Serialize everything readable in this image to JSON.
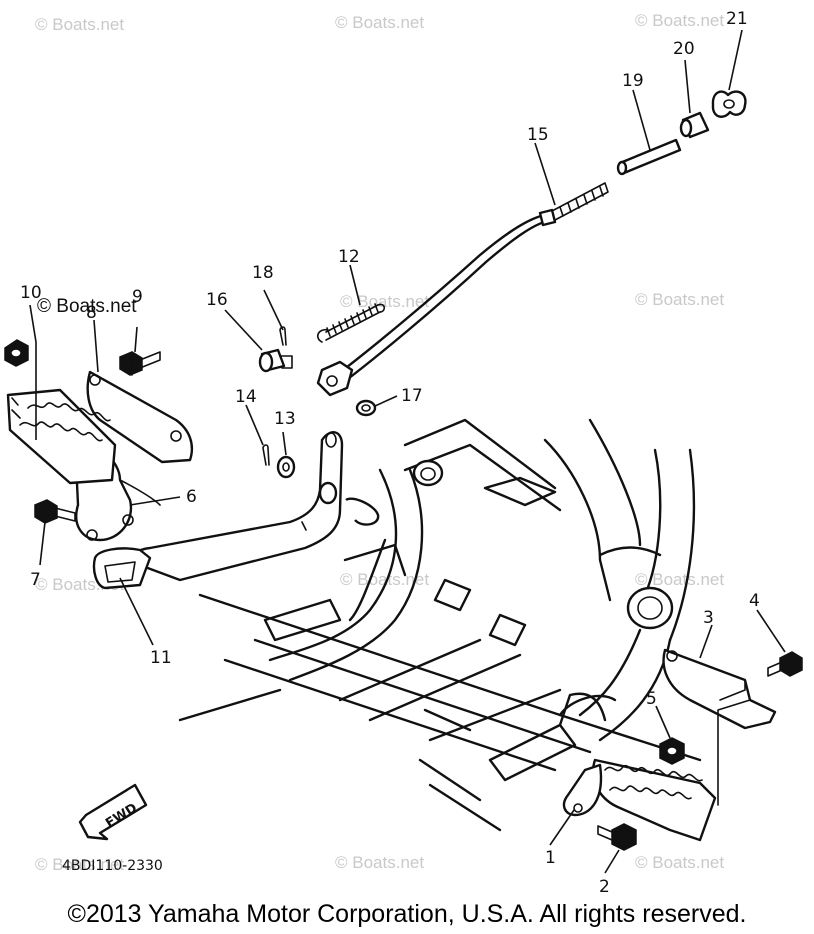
{
  "watermark": "© Boats.net",
  "diagram_code": "4BDI110-2330",
  "fwd_label": "FWD",
  "copyright": "©2013 Yamaha Motor Corporation, U.S.A. All rights reserved.",
  "callouts": {
    "c1": "1",
    "c2": "2",
    "c3": "3",
    "c4": "4",
    "c5": "5",
    "c6": "6",
    "c7": "7",
    "c8": "8",
    "c9": "9",
    "c10": "10",
    "c11": "11",
    "c12": "12",
    "c13": "13",
    "c14": "14",
    "c15": "15",
    "c16": "16",
    "c17": "17",
    "c18": "18",
    "c19": "19",
    "c20": "20",
    "c21": "21"
  }
}
